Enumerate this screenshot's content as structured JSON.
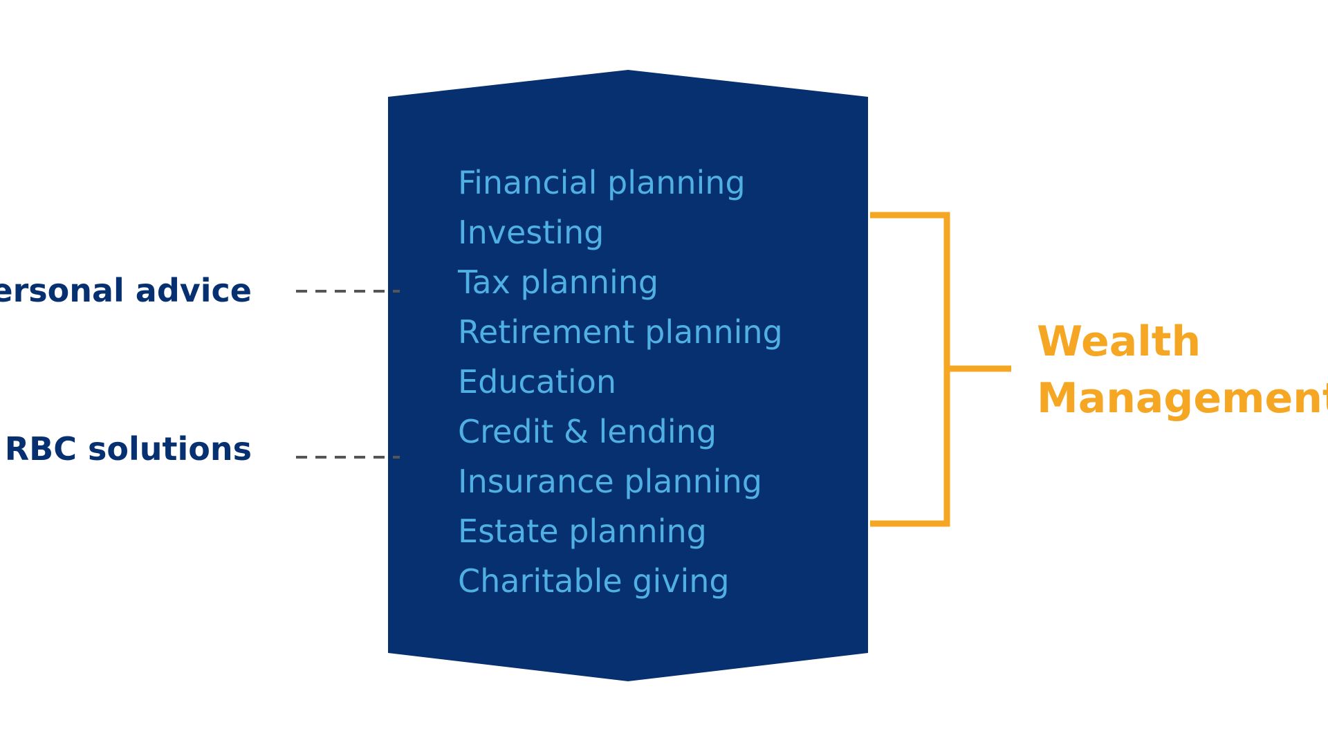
{
  "colors": {
    "background": "#ffffff",
    "panel": "#06306f",
    "service_text": "#50b0e4",
    "left_label_text": "#06306f",
    "connector": "#555555",
    "accent": "#f5a623"
  },
  "left_labels": [
    {
      "text": "Personal advice"
    },
    {
      "text": "RBC solutions"
    }
  ],
  "services": [
    "Financial planning",
    "Investing",
    "Tax planning",
    "Retirement planning",
    "Education",
    "Credit & lending",
    "Insurance planning",
    "Estate planning",
    "Charitable giving"
  ],
  "wealth": {
    "line1": "Wealth",
    "line2": "Management"
  }
}
